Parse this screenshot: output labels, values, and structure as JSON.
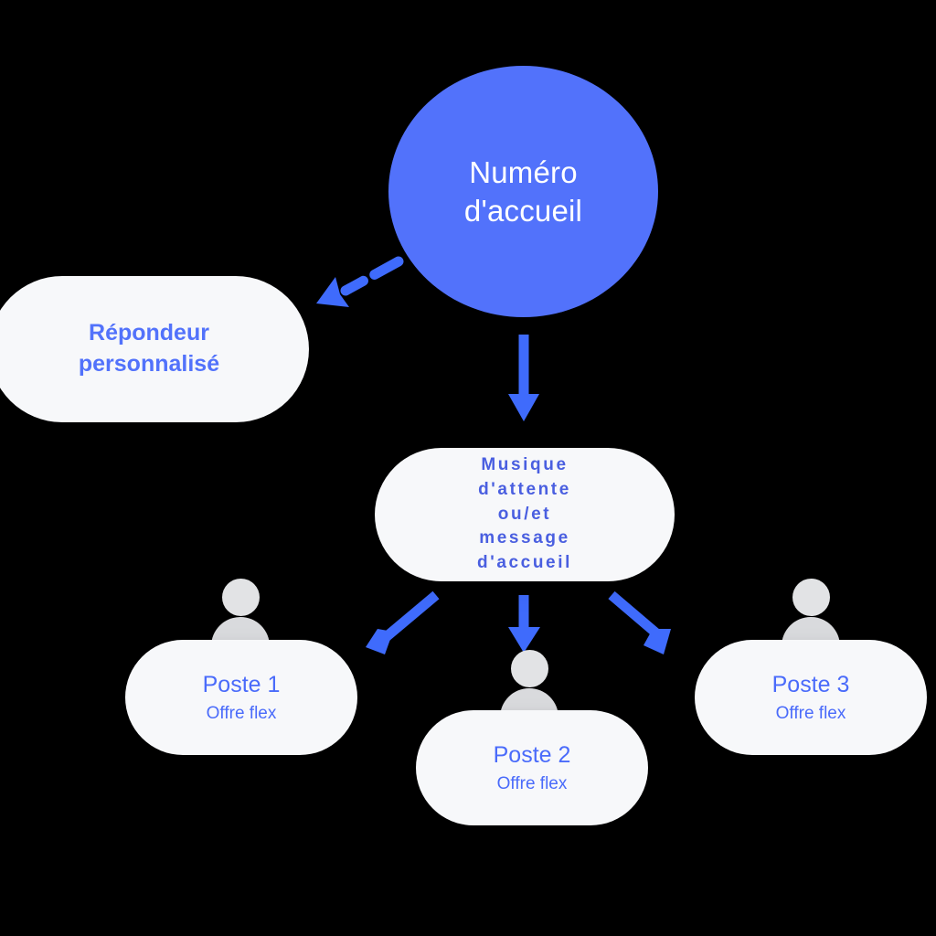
{
  "diagram": {
    "title": "Numéro d'accueil call routing diagram",
    "background_color": "#000000",
    "accent_color": "#5272fb",
    "text_blue": "#4a6bfa",
    "pill_background": "#f7f8fa",
    "avatar_gray": "#d9dadd"
  },
  "nodes": {
    "root": {
      "label": "Numéro\nd'accueil",
      "shape": "circle",
      "fill": "#5272fb",
      "text_color": "#ffffff"
    },
    "voicemail": {
      "label": "Répondeur\npersonnalisé",
      "shape": "pill",
      "fill": "#f7f8fa",
      "text_color": "#5272fb"
    },
    "music": {
      "label": "Musique\nd'attente\nou/et\nmessage\nd'accueil",
      "shape": "pill",
      "fill": "#f7f8fa",
      "text_color": "#4a5fe0"
    },
    "stations": [
      {
        "title": "Poste 1",
        "subtitle": "Offre flex",
        "icon": "person-icon"
      },
      {
        "title": "Poste 2",
        "subtitle": "Offre flex",
        "icon": "person-icon"
      },
      {
        "title": "Poste 3",
        "subtitle": "Offre flex",
        "icon": "person-icon"
      }
    ]
  },
  "edges": [
    {
      "from": "root",
      "to": "voicemail",
      "style": "dashed",
      "direction": "down-left",
      "color": "#3f6bfc"
    },
    {
      "from": "root",
      "to": "music",
      "style": "solid",
      "direction": "down",
      "color": "#3f6bfc"
    },
    {
      "from": "music",
      "to": "Poste 1",
      "style": "solid",
      "direction": "down-left",
      "color": "#3f6bfc"
    },
    {
      "from": "music",
      "to": "Poste 2",
      "style": "solid",
      "direction": "down",
      "color": "#3f6bfc"
    },
    {
      "from": "music",
      "to": "Poste 3",
      "style": "solid",
      "direction": "down-right",
      "color": "#3f6bfc"
    }
  ]
}
